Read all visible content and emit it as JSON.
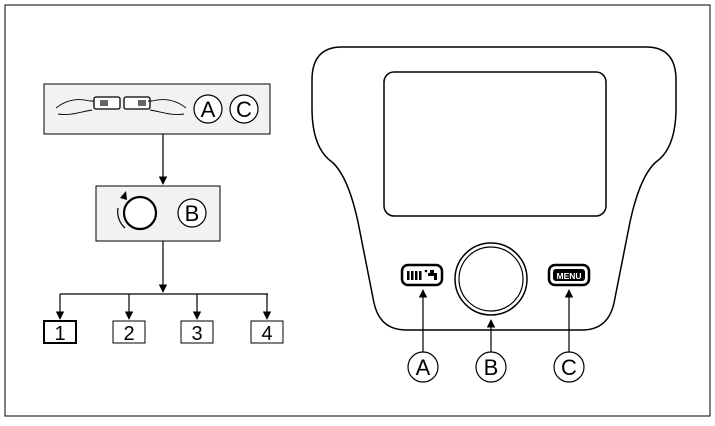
{
  "step_boxes": [
    {
      "label": "1"
    },
    {
      "label": "2"
    },
    {
      "label": "3"
    },
    {
      "label": "4"
    }
  ],
  "step1_callouts": [
    "A",
    "C"
  ],
  "step2_callout": "B",
  "panel": {
    "left_button_icon": "radiator-tap-icon",
    "right_button_label": "MENU",
    "knob_icon": "rotary-knob-icon"
  },
  "pointer_callouts": [
    "A",
    "B",
    "C"
  ],
  "colors": {
    "stroke": "#000000",
    "panel_fill": "#ffffff",
    "box_fill": "#f2f2f2"
  }
}
